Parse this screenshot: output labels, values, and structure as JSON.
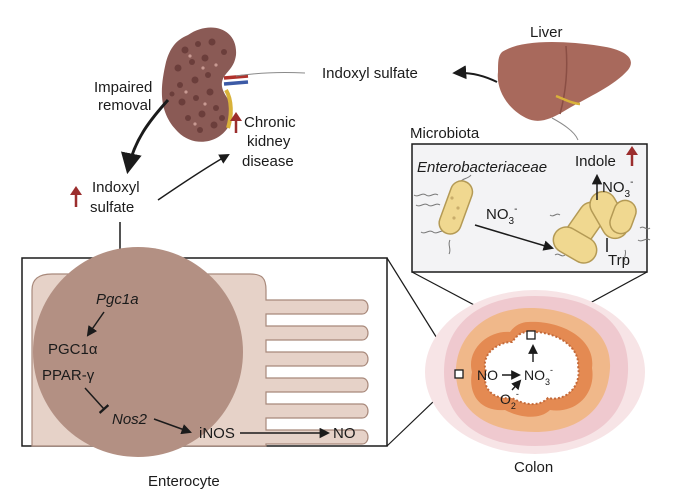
{
  "labels": {
    "liver": "Liver",
    "indoxyl_sulfate_top": "Indoxyl sulfate",
    "impaired_line1": "Impaired",
    "impaired_line2": "removal",
    "ckd_line1": "Chronic",
    "ckd_line2": "kidney",
    "ckd_line3": "disease",
    "indoxyl_line1": "Indoxyl",
    "indoxyl_line2": "sulfate",
    "microbiota": "Microbiota",
    "enterobacteriaceae": "Enterobacteriaceae",
    "indole": "Indole",
    "no3_top": "NO",
    "no3_top_sub": "3",
    "no3_top_sup": "-",
    "no3_left": "NO",
    "no3_left_sub": "3",
    "no3_left_sup": "-",
    "trp": "Trp",
    "pgc1a_gene": "Pgc1a",
    "pgc1a_protein": "PGC1α",
    "ppar_gamma": "PPAR-γ",
    "nos2_gene": "Nos2",
    "inos": "iNOS",
    "no_enterocyte": "NO",
    "enterocyte": "Enterocyte",
    "colon": "Colon",
    "no_colon": "NO",
    "no3_colon": "NO",
    "no3_colon_sub": "3",
    "no3_colon_sup": "-",
    "o2_colon": "O",
    "o2_colon_sub": "2",
    "o2_colon_sup": "-"
  },
  "colors": {
    "increase_arrow": "#9b2d2d",
    "kidney": "#8a5a55",
    "liver": "#a8695c",
    "cell_body": "#e6d2c8",
    "nucleus": "#b39083",
    "bacteria": "#f0d890",
    "colon_outer": "#f6dfe2",
    "colon_inner": "#e8a87c"
  },
  "icons": {
    "increase": "up-arrow-icon",
    "inhibition": "t-bar-inhibit-icon"
  }
}
